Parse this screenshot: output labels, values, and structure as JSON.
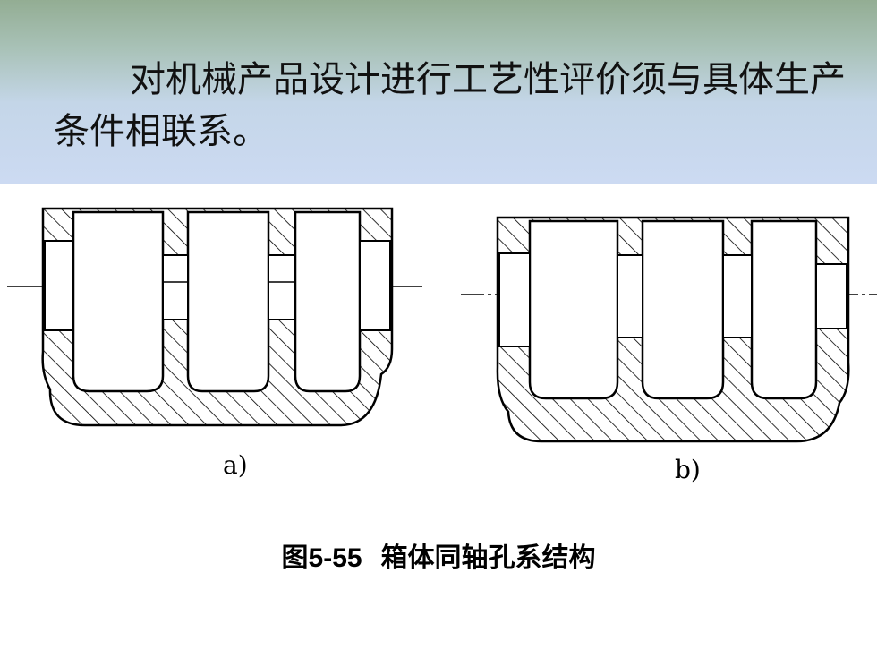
{
  "slide": {
    "paragraph": "对机械产品设计进行工艺性评价须与具体生产条件相联系。"
  },
  "figure": {
    "label_a": "a)",
    "label_b": "b)",
    "caption_number": "图5-55",
    "caption_text": "箱体同轴孔系结构"
  },
  "colors": {
    "header_top": "#93ad93",
    "header_bottom": "#ccdaf2"
  }
}
